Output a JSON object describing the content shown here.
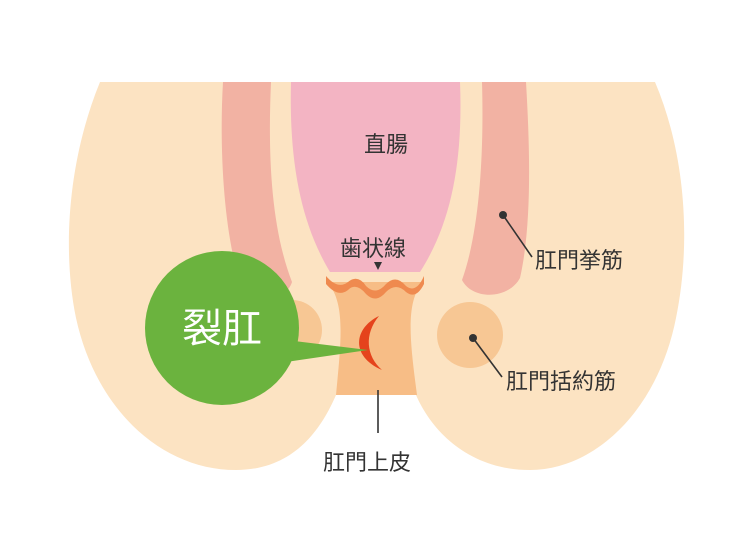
{
  "labels": {
    "rectum": "直腸",
    "dentate_line": "歯状線",
    "levator_ani": "肛門挙筋",
    "sphincter": "肛門括約筋",
    "anoderm": "肛門上皮",
    "fissure": "裂肛"
  },
  "colors": {
    "skin": "#FCE3C2",
    "levator": "#F2B2A3",
    "rectum": "#F3B4C3",
    "canal": "#F7BD86",
    "dentate_wave": "#EF8A4F",
    "sphincter": "#F7C794",
    "fissure": "#E5431C",
    "callout": "#6BB33E",
    "leader": "#333333"
  }
}
